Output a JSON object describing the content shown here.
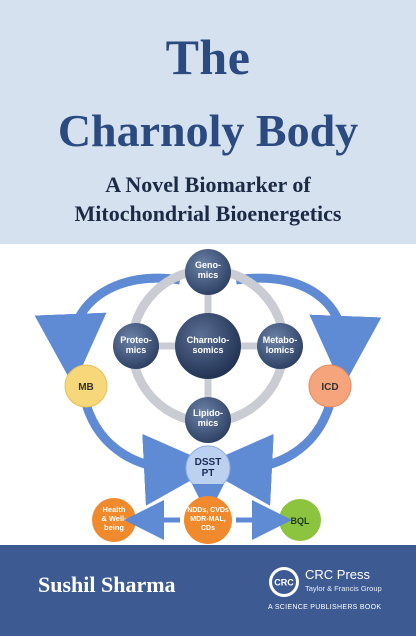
{
  "cover": {
    "title_line1": "The",
    "title_line2": "Charnoly Body",
    "subtitle_line1": "A Novel Biomarker of",
    "subtitle_line2": "Mitochondrial Bioenergetics",
    "author": "Sushil Sharma",
    "publisher": {
      "name": "CRC Press",
      "group": "Taylor & Francis Group",
      "tagline": "A SCIENCE PUBLISHERS BOOK",
      "logo_text": "CRC"
    }
  },
  "diagram": {
    "center": [
      "Charnolo-",
      "somics"
    ],
    "genomics": [
      "Geno-",
      "mics"
    ],
    "proteomics": [
      "Proteo-",
      "mics"
    ],
    "metabolomics": [
      "Metabo-",
      "lomics"
    ],
    "lipidomics": [
      "Lipido-",
      "mics"
    ],
    "mb": "MB",
    "icd": "ICD",
    "dsst": [
      "DSST",
      "PT"
    ],
    "health": [
      "Health",
      "& Well-",
      "being"
    ],
    "ndds": [
      "NDDs, CVDs",
      "MDR-MAL,",
      "CDs"
    ],
    "bql": "BQL"
  },
  "colors": {
    "title_band": "#d6e1ef",
    "title_text": "#2b4a80",
    "bottom_band": "#3d5a92",
    "dark_node": "#34496d",
    "mb_yellow": "#f6d77a",
    "icd_salmon": "#f5a47c",
    "dsst_blue": "#bcd0ef",
    "orange": "#f08a2c",
    "green": "#8cc43f",
    "arrow_blue": "#5f8ad4"
  }
}
